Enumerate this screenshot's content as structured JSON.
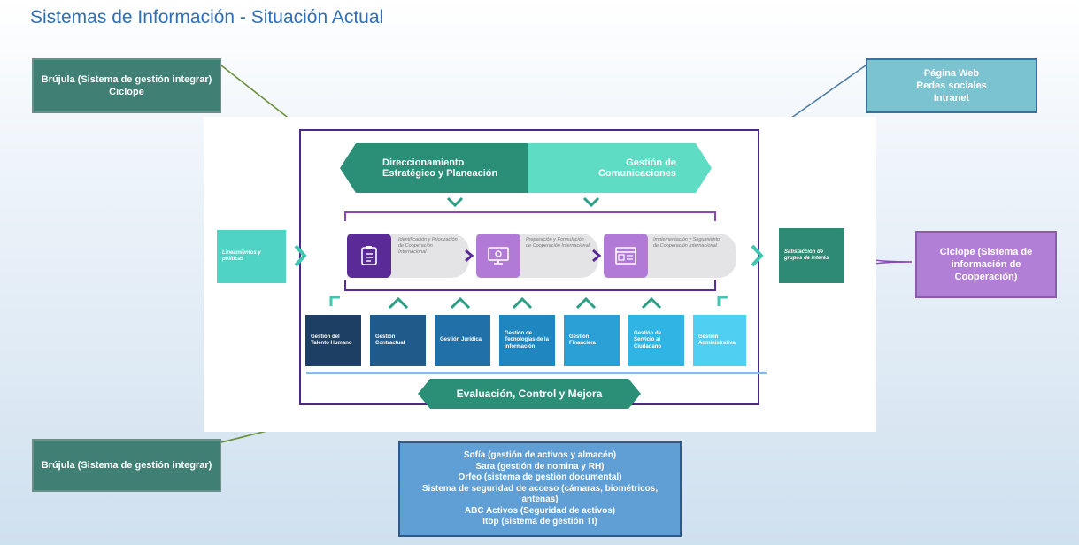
{
  "title": "Sistemas de Información - Situación Actual",
  "callouts": {
    "top_left": [
      "Brújula (Sistema de gestión integrar)",
      "Ciclope"
    ],
    "top_right": [
      "Página Web",
      "Redes sociales",
      "Intranet"
    ],
    "right": [
      "Ciclope (Sistema de información de Cooperación)"
    ],
    "bottom_left": [
      "Brújula (Sistema de gestión integrar)"
    ],
    "bottom_center": [
      "Sofía (gestión de activos y almacén)",
      "Sara (gestión de nomina y RH)",
      "Orfeo (sistema de gestión documental)",
      "Sistema de seguridad de acceso (cámaras, biométricos, antenas)",
      "ABC Activos (Seguridad de activos)",
      "Itop (sistema de gestión TI)"
    ]
  },
  "diagram": {
    "strategic": "Direccionamiento Estratégico y Planeación",
    "communications": "Gestión de Comunicaciones",
    "inputs": "Lineamientos y políticas",
    "outputs": "Satisfacción de grupos de interés",
    "evaluation": "Evaluación, Control y Mejora",
    "processes": [
      "Identificación y Priorización de Cooperación Internacional",
      "Preparación y Formulación de Cooperación Internacional",
      "Implementación y Seguimiento de Cooperación Internacional"
    ],
    "support": [
      "Gestión del Talento Humano",
      "Gestión Contractual",
      "Gestión Jurídica",
      "Gestión de Tecnologías de la Información",
      "Gestión Financiera",
      "Gestión de Servicio al Ciudadano",
      "Gestión Administrativa"
    ]
  },
  "colors": {
    "title": "#2f6fb5",
    "dark_green": "#2e7b70",
    "teal": "#4fd3c4",
    "purple": "#6a2fa8",
    "light_purple": "#b07ad6",
    "light_blue": "#7ec8d8",
    "mid_blue": "#5f9fd6"
  }
}
